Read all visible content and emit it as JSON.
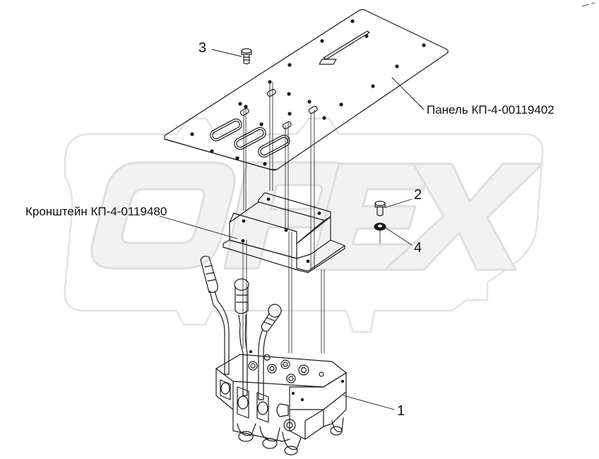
{
  "callouts": {
    "part_1": "1",
    "part_2": "2",
    "part_3": "3",
    "part_4": "4"
  },
  "parts": {
    "panel": "Панель КП-4-00119402",
    "bracket": "Кронштейн КП-4-0119480"
  },
  "watermark": {
    "brand": "OPEX",
    "color": "#eeeeee",
    "outline": "#e2e2e2"
  },
  "colors": {
    "line": "#1a1a1a",
    "background": "#ffffff"
  }
}
